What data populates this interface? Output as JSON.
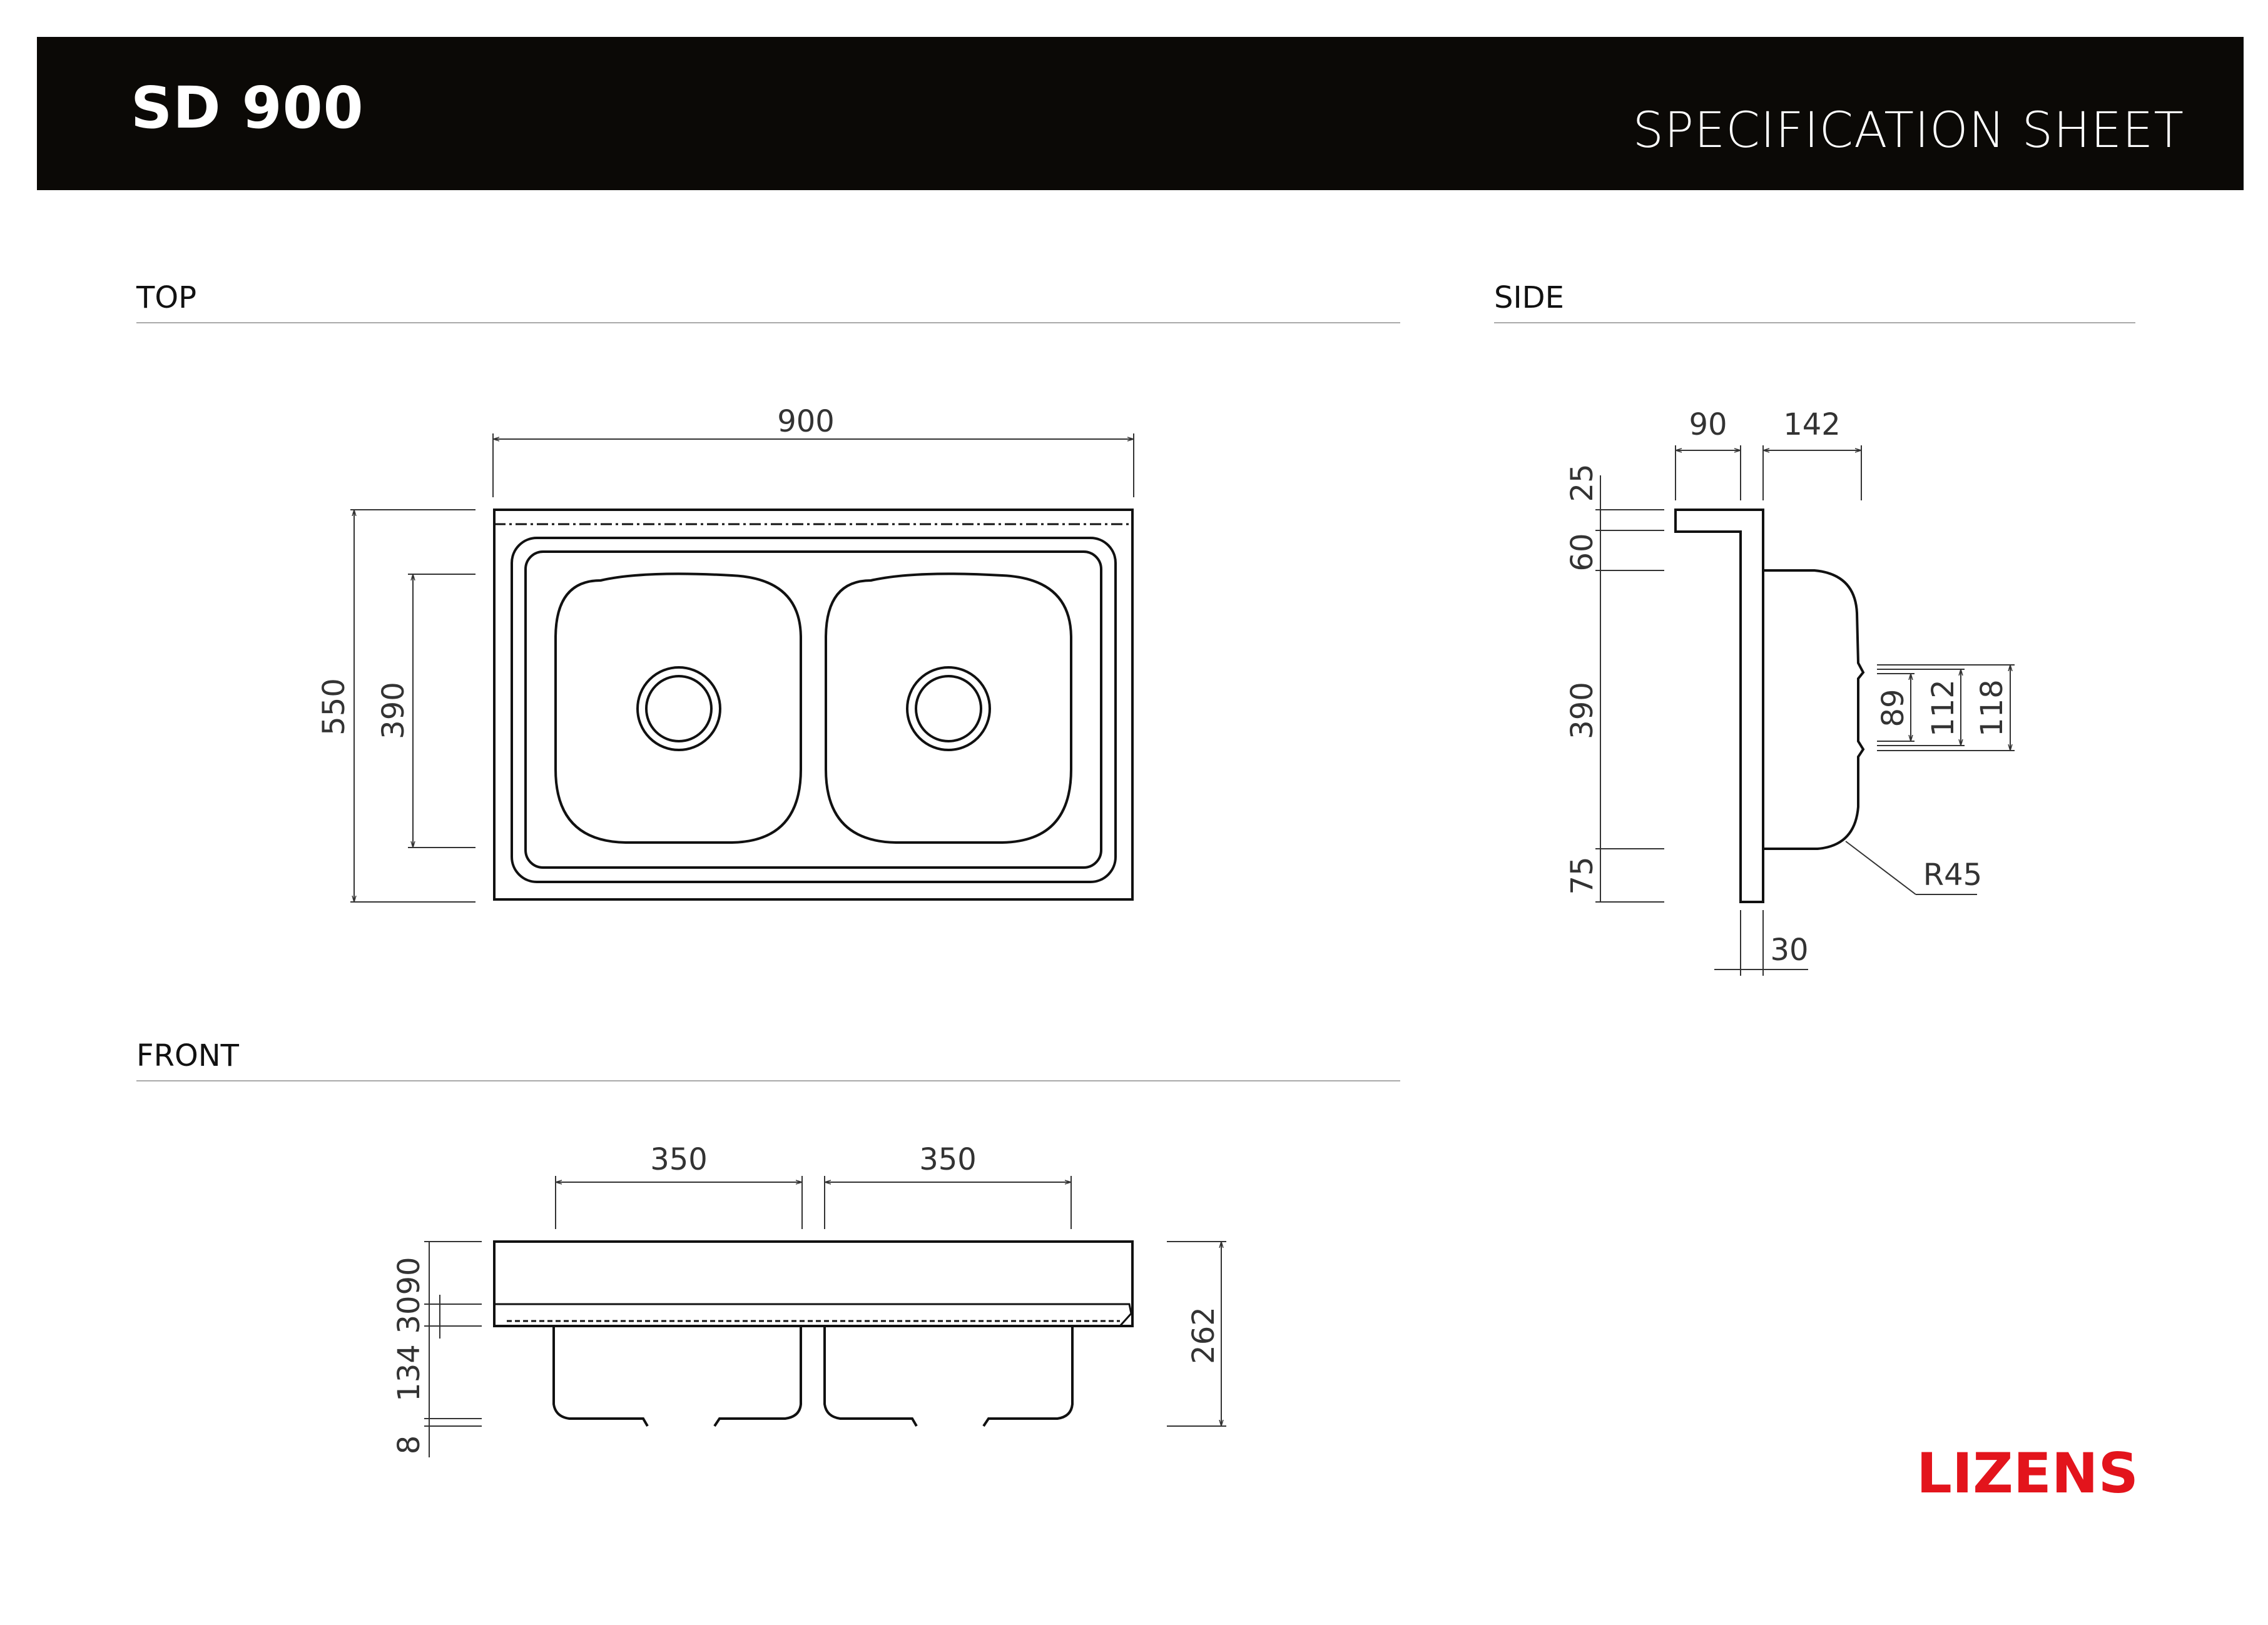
{
  "header": {
    "model": "SD 900",
    "title": "SPECIFICATION SHEET",
    "background_color": "#0b0906"
  },
  "sections": {
    "top": "TOP",
    "side": "SIDE",
    "front": "FRONT"
  },
  "top_view": {
    "width": "900",
    "depth": "550",
    "bowl_depth": "390"
  },
  "side_view": {
    "dim_90": "90",
    "dim_142": "142",
    "dim_25": "25",
    "dim_60": "60",
    "dim_390": "390",
    "dim_75": "75",
    "dim_89": "89",
    "dim_112": "112",
    "dim_118": "118",
    "radius": "R45",
    "dim_30": "30"
  },
  "front_view": {
    "bowl_left": "350",
    "bowl_right": "350",
    "dim_90": "90",
    "dim_30": "30",
    "dim_134": "134",
    "dim_8": "8",
    "total_height": "262"
  },
  "logo": {
    "text": "LIZENS",
    "color": "#e3141c"
  }
}
